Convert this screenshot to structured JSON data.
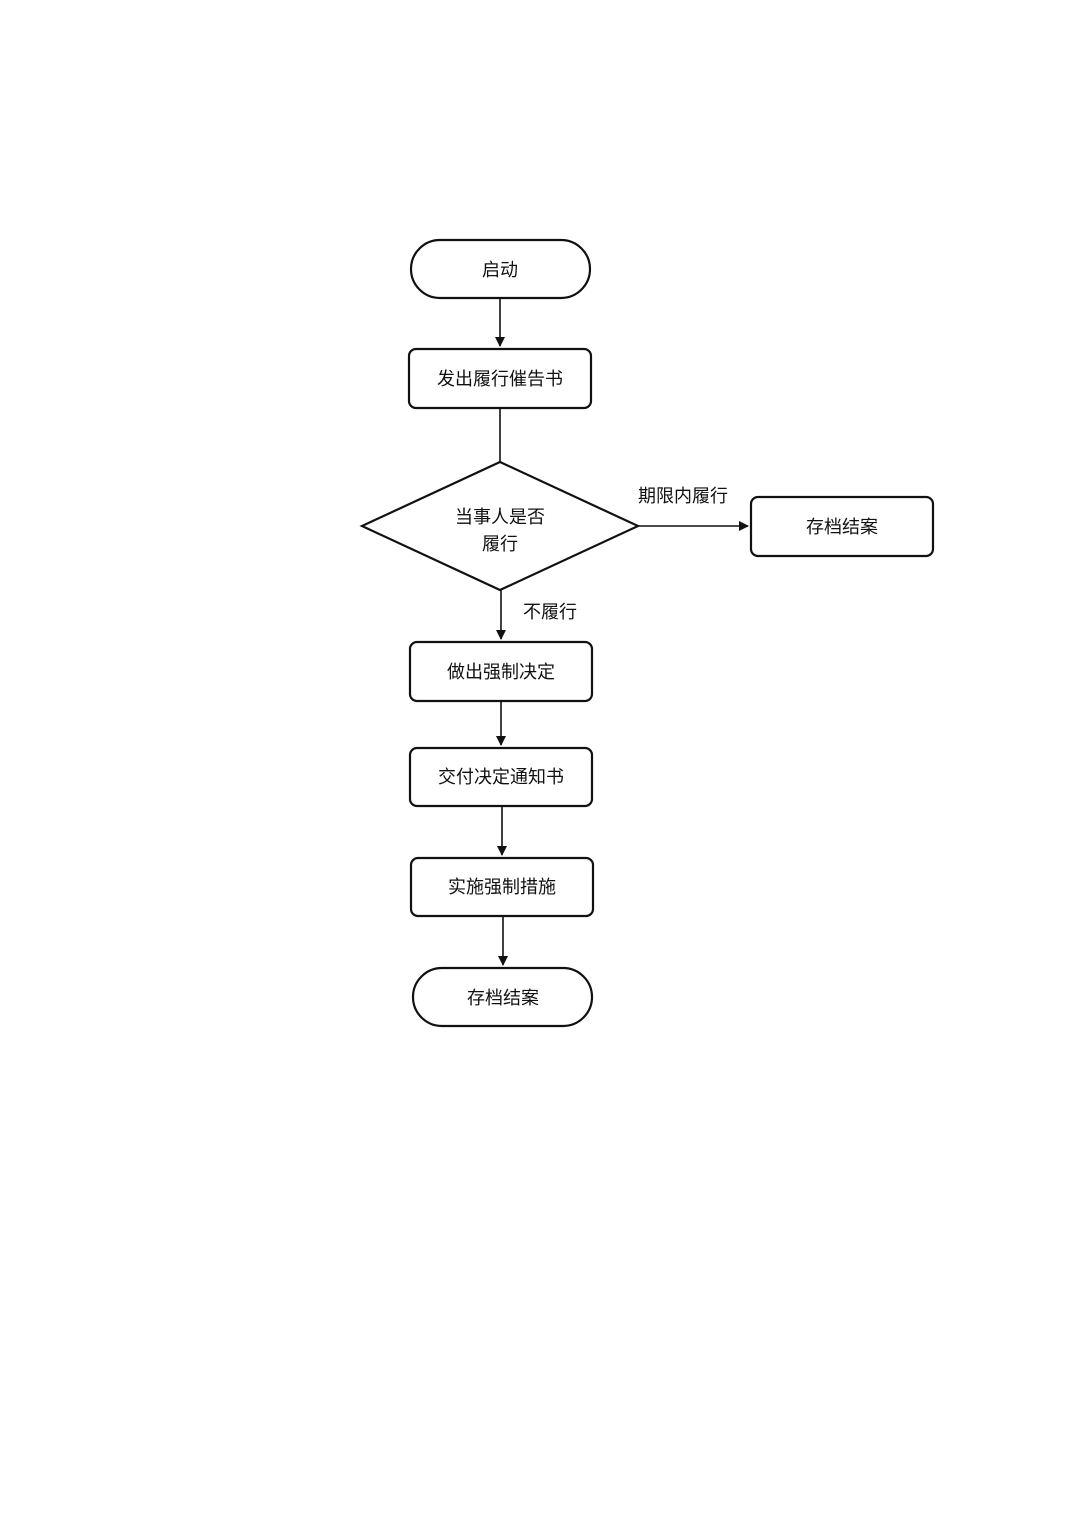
{
  "nodes": {
    "start": "启动",
    "issue_notice": "发出履行催告书",
    "decision_line1": "当事人是否",
    "decision_line2": "履行",
    "archive_right": "存档结案",
    "make_decision": "做出强制决定",
    "deliver_notice": "交付决定通知书",
    "enforce": "实施强制措施",
    "archive_end": "存档结案"
  },
  "edges": {
    "fulfilled_label": "期限内履行",
    "not_fulfilled_label": "不履行"
  }
}
